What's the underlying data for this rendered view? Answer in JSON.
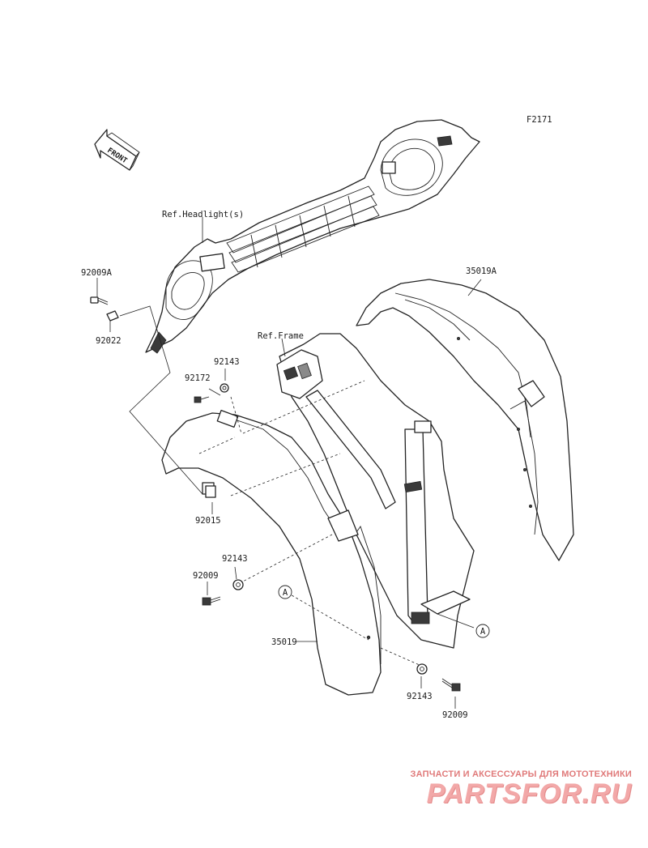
{
  "figure_code": "F2171",
  "front_arrow": "FRONT",
  "refs": {
    "headlight": "Ref.Headlight(s)",
    "frame": "Ref.Frame"
  },
  "parts": {
    "p92009A": "92009A",
    "p92022": "92022",
    "p92143_a": "92143",
    "p92172": "92172",
    "p92015": "92015",
    "p92143_b": "92143",
    "p92009_a": "92009",
    "p35019": "35019",
    "p35019A": "35019A",
    "p92143_c": "92143",
    "p92009_b": "92009"
  },
  "callouts": {
    "left": "A",
    "right": "A"
  },
  "watermark": {
    "tagline": "ЗАПЧАСТИ И АКСЕССУАРЫ ДЛЯ МОТОТЕХНИКИ",
    "logo": "PARTSFOR.RU"
  }
}
